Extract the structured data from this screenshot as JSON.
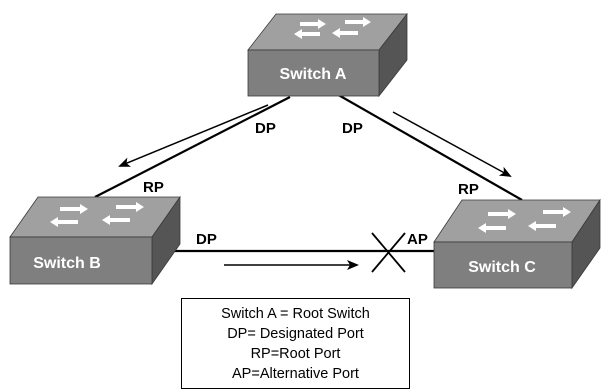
{
  "switches": {
    "a": {
      "label": "Switch A"
    },
    "b": {
      "label": "Switch B"
    },
    "c": {
      "label": "Switch C"
    }
  },
  "ports": {
    "a_left": "DP",
    "a_right": "DP",
    "b_top": "RP",
    "b_right": "DP",
    "c_top": "RP",
    "c_left": "AP"
  },
  "legend": {
    "lines": [
      "Switch A = Root Switch",
      "DP= Designated Port",
      "RP=Root Port",
      "AP=Alternative Port"
    ]
  },
  "colors": {
    "switch_face": "#7f7f7f",
    "switch_top": "#9a9a9a",
    "switch_side": "#555555",
    "arrow_white": "#ffffff",
    "line": "#000000"
  }
}
